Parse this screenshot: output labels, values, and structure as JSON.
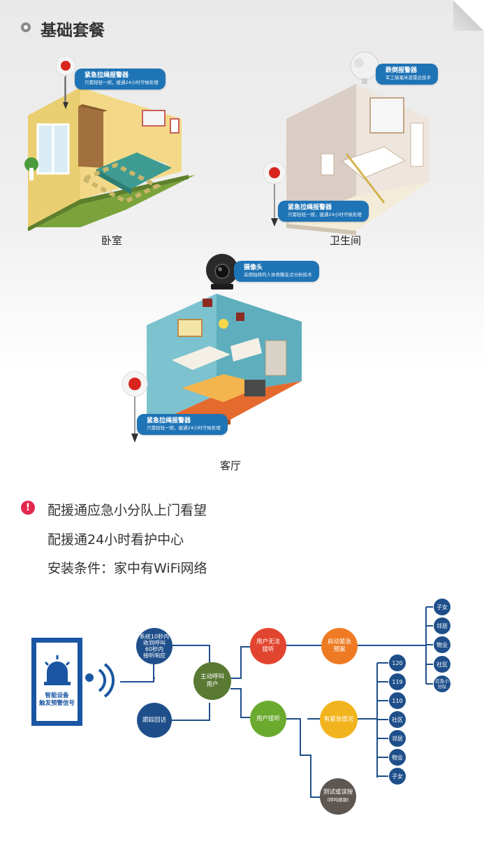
{
  "header": {
    "title": "基础套餐"
  },
  "rooms": {
    "bedroom": {
      "label": "卧室",
      "callout": {
        "title": "紧急拉绳报警器",
        "desc": "只需轻轻一按，援通24小时守候处理"
      }
    },
    "bathroom": {
      "label": "卫生间",
      "callout_top": {
        "title": "跌倒报警器",
        "desc": "军工级毫米波雷达技术"
      },
      "callout_bottom": {
        "title": "紧急拉绳报警器",
        "desc": "只需轻轻一按，援通24小时守候处理"
      }
    },
    "livingroom": {
      "label": "客厅",
      "callout_top": {
        "title": "摄像头",
        "desc": "采用独特的人体骨骼支点分析技术"
      },
      "callout_bottom": {
        "title": "紧急拉绳报警器",
        "desc": "只需轻轻一按，援通24小时守候处理"
      }
    }
  },
  "info": {
    "alert_icon": "!",
    "lines": [
      "配援通应急小分队上门看望",
      "配援通24小时看护中心",
      "安装条件：家中有WiFi网络"
    ]
  },
  "flow": {
    "device_label_1": "智能设备",
    "device_label_2": "触发预警信号",
    "system": {
      "l1": "系统10秒内",
      "l2": "收到呼叫",
      "l3": "60秒内",
      "l4": "接听响应"
    },
    "follow_up": "跟踪回访",
    "call_user": {
      "l1": "主动呼叫",
      "l2": "用户"
    },
    "no_answer": {
      "l1": "用户无法",
      "l2": "接听"
    },
    "emergency_plan": {
      "l1": "启动紧急",
      "l2": "预案"
    },
    "answer": "用户接听",
    "has_emergency": "有紧急情况",
    "test": {
      "l1": "测试或误按",
      "l2": "(呼叫感谢)"
    },
    "plan_targets": [
      "子女",
      "邻居",
      "物业",
      "社区",
      "应急小分队"
    ],
    "emergency_targets": [
      "120",
      "119",
      "110",
      "社区",
      "邻居",
      "物业",
      "子女"
    ]
  },
  "colors": {
    "blue": "#1e4f8a",
    "red": "#e2452f",
    "orange": "#ee7b23",
    "green": "#6aaa2e",
    "olive": "#5a7a34",
    "gray": "#5d5651",
    "yellow": "#f2b41e"
  }
}
